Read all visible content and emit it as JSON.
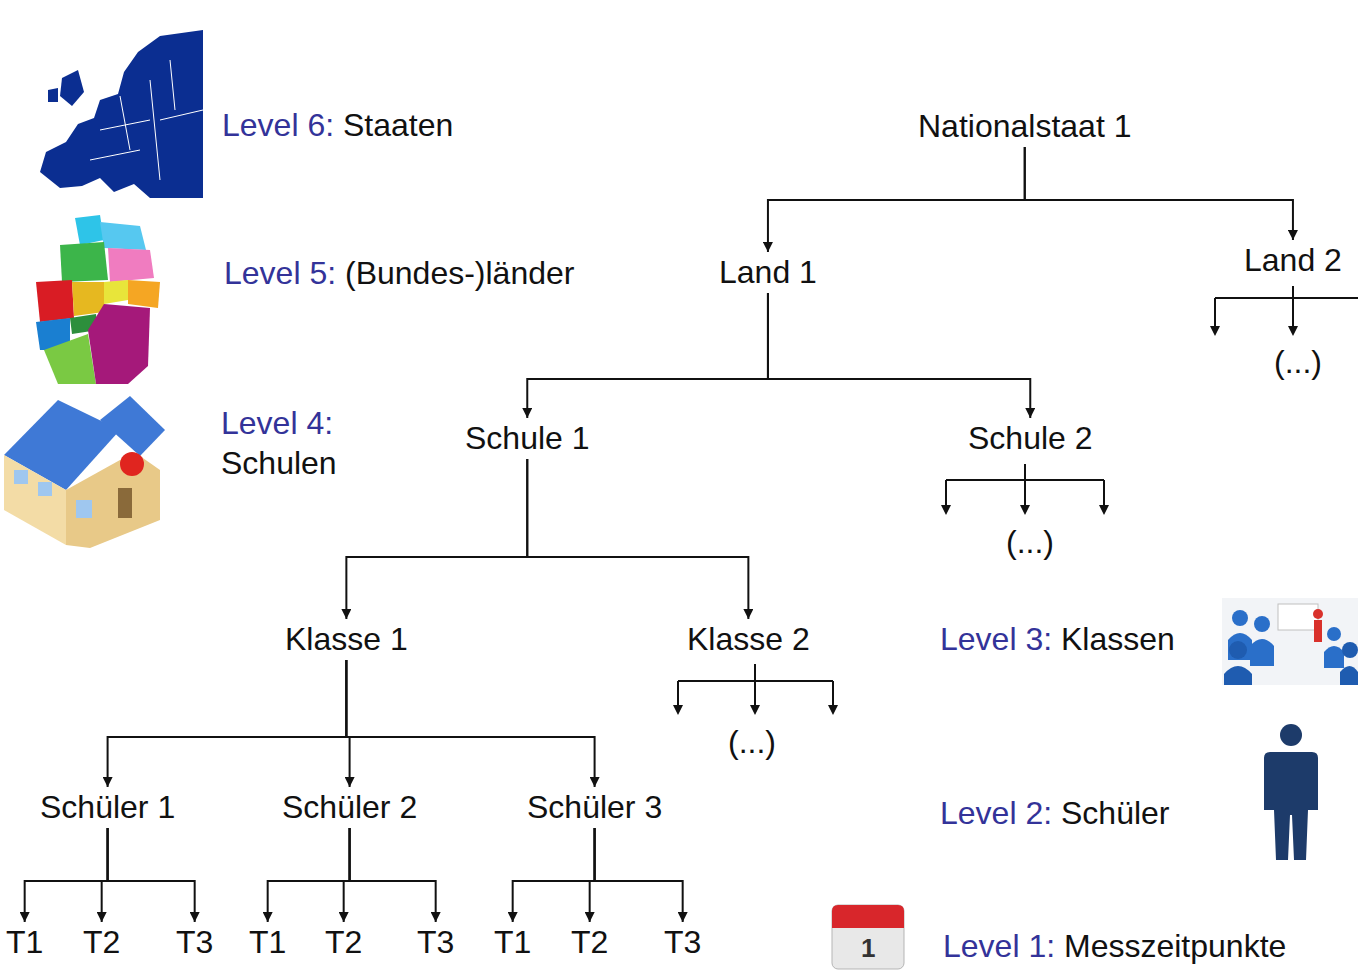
{
  "diagram": {
    "nodes": [
      {
        "text": [
          "Nationalstaat 1"
        ]
      },
      {
        "text": [
          "Land 1"
        ]
      },
      {
        "text": [
          "Land 2"
        ]
      },
      {
        "text": [
          "Schule 1"
        ]
      },
      {
        "text": [
          "Schule 2"
        ]
      },
      {
        "text": [
          "Klasse 1"
        ]
      },
      {
        "text": [
          "Klasse 2"
        ]
      },
      {
        "text": [
          "Schüler 1"
        ]
      },
      {
        "text": [
          "Schüler 2"
        ]
      },
      {
        "text": [
          "Schüler 3"
        ]
      },
      {
        "text": [
          "T1"
        ]
      },
      {
        "text": [
          "T2"
        ]
      },
      {
        "text": [
          "T3"
        ]
      },
      {
        "text": [
          "T1"
        ]
      },
      {
        "text": [
          "T2"
        ]
      },
      {
        "text": [
          "T3"
        ]
      },
      {
        "text": [
          "T1"
        ]
      },
      {
        "text": [
          "T2"
        ]
      },
      {
        "text": [
          "T3"
        ]
      }
    ],
    "edges": [
      {
        "from": 0,
        "to": 1,
        "arrow": "to"
      },
      {
        "from": 0,
        "to": 2,
        "arrow": "to"
      },
      {
        "from": 1,
        "to": 3,
        "arrow": "to"
      },
      {
        "from": 1,
        "to": 4,
        "arrow": "to"
      },
      {
        "from": 3,
        "to": 5,
        "arrow": "to"
      },
      {
        "from": 3,
        "to": 6,
        "arrow": "to"
      },
      {
        "from": 5,
        "to": 7,
        "arrow": "to"
      },
      {
        "from": 5,
        "to": 8,
        "arrow": "to"
      },
      {
        "from": 5,
        "to": 9,
        "arrow": "to"
      },
      {
        "from": 7,
        "to": 10,
        "arrow": "to"
      },
      {
        "from": 7,
        "to": 11,
        "arrow": "to"
      },
      {
        "from": 7,
        "to": 12,
        "arrow": "to"
      },
      {
        "from": 8,
        "to": 13,
        "arrow": "to"
      },
      {
        "from": 8,
        "to": 14,
        "arrow": "to"
      },
      {
        "from": 8,
        "to": 15,
        "arrow": "to"
      },
      {
        "from": 9,
        "to": 16,
        "arrow": "to"
      },
      {
        "from": 9,
        "to": 17,
        "arrow": "to"
      },
      {
        "from": 9,
        "to": 18,
        "arrow": "to"
      }
    ],
    "labels": [
      "Level 6:",
      "Staaten",
      "Level 5:",
      "(Bundes-)länder",
      "Level 4:",
      "Schulen",
      "Level 3:",
      "Klassen",
      "Level 2:",
      "Schüler",
      "Level 1:",
      "Messzeitpunkte",
      "(...)",
      "(...)",
      "(...)",
      "1"
    ]
  }
}
